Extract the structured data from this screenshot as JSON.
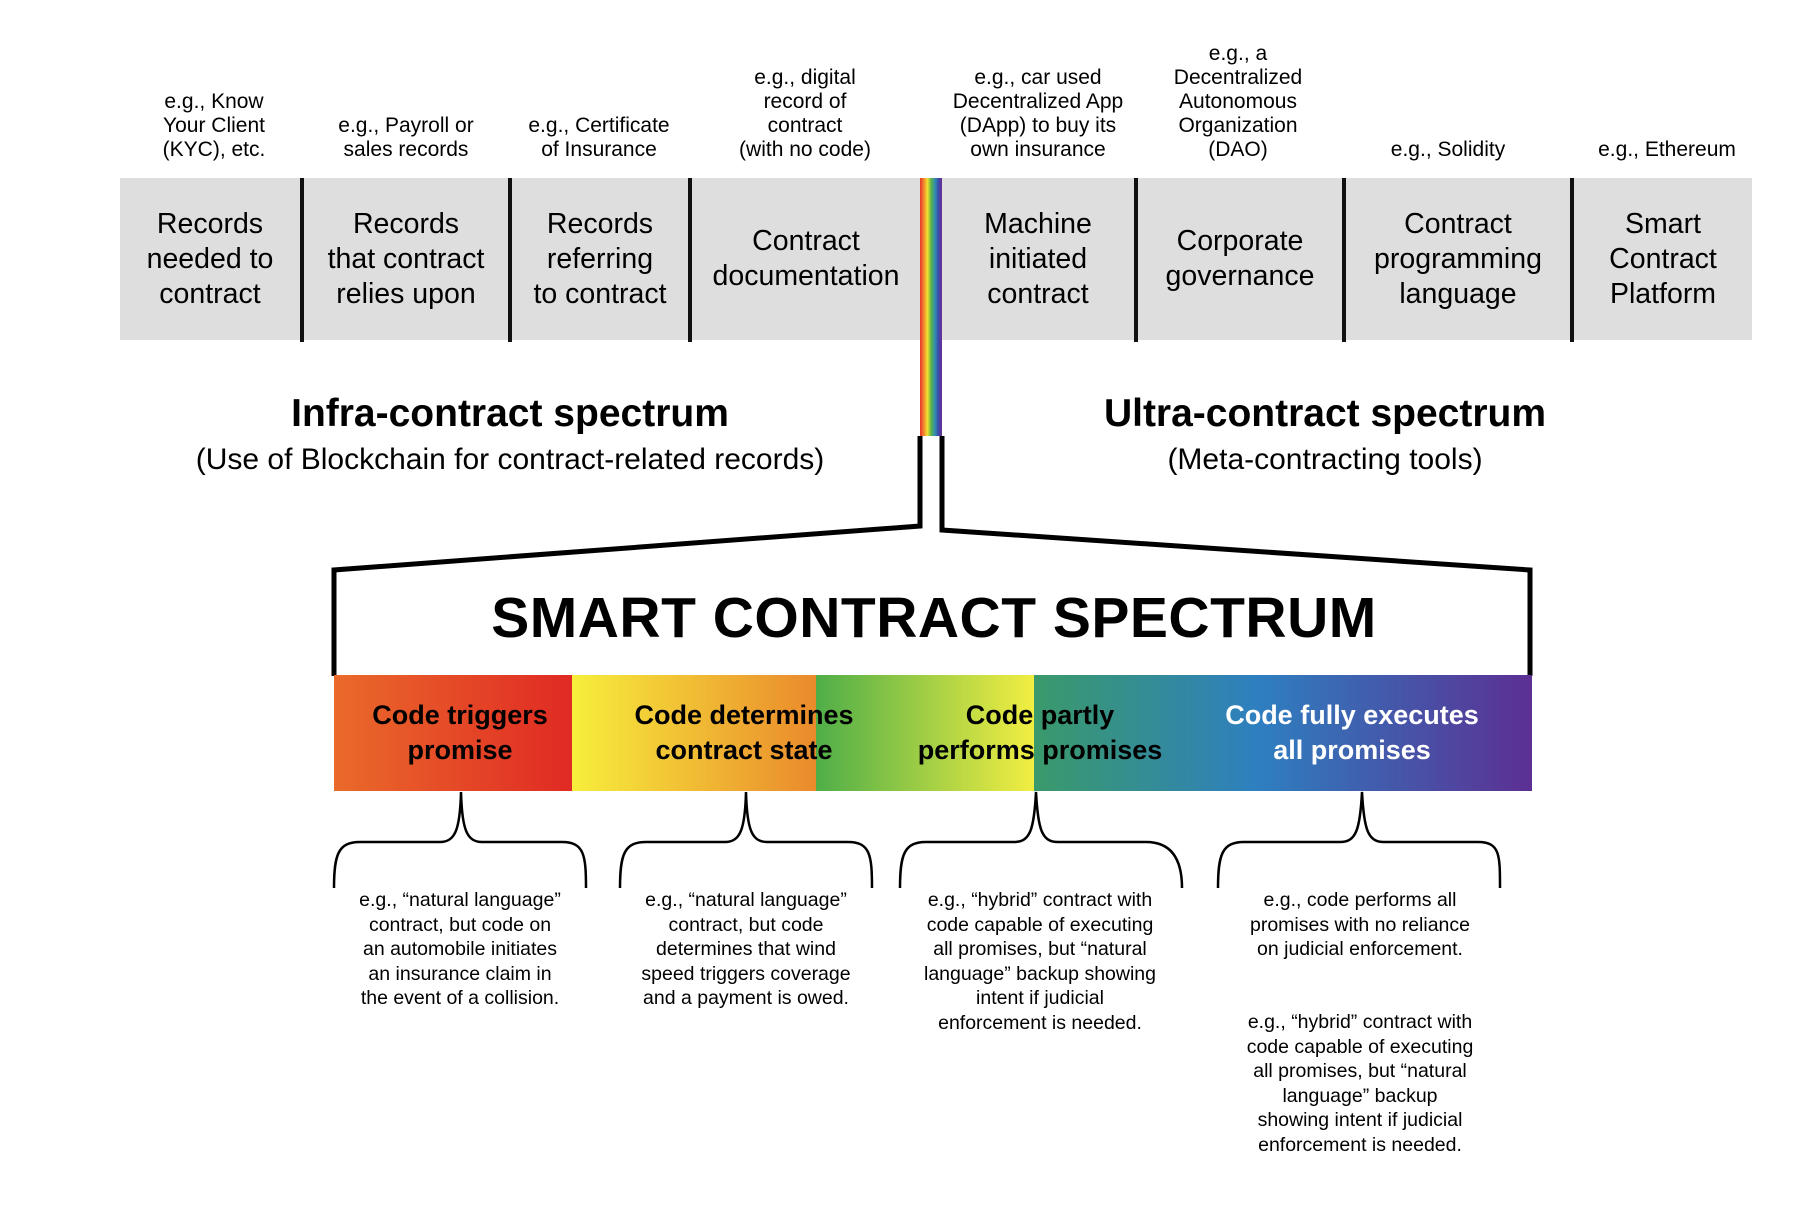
{
  "top_row": {
    "left_cells": [
      {
        "example": "e.g., Know\nYour Client\n(KYC), etc.",
        "label": "Records\nneeded to\ncontract"
      },
      {
        "example": "e.g., Payroll or\nsales records",
        "label": "Records\nthat contract\nrelies upon"
      },
      {
        "example": "e.g., Certificate\nof Insurance",
        "label": "Records\nreferring\nto contract"
      },
      {
        "example": "e.g., digital\nrecord of\ncontract\n(with no code)",
        "label": "Contract\ndocumentation"
      }
    ],
    "right_cells": [
      {
        "example": "e.g., car used\nDecentralized App\n(DApp) to buy its\nown insurance",
        "label": "Machine\ninitiated\ncontract"
      },
      {
        "example": "e.g., a\nDecentralized\nAutonomous\nOrganization\n(DAO)",
        "label": "Corporate\ngovernance"
      },
      {
        "example": "e.g., Solidity",
        "label": "Contract\nprogramming\nlanguage"
      },
      {
        "example": "e.g., Ethereum",
        "label": "Smart\nContract\nPlatform"
      }
    ]
  },
  "infra": {
    "title": "Infra-contract spectrum",
    "subtitle": "(Use of Blockchain for contract-related records)"
  },
  "ultra": {
    "title": "Ultra-contract spectrum",
    "subtitle": "(Meta-contracting tools)"
  },
  "smart_contract": {
    "title": "SMART CONTRACT SPECTRUM",
    "bands": [
      {
        "label": "Code triggers\npromise"
      },
      {
        "label": "Code determines\ncontract state"
      },
      {
        "label": "Code partly\nperforms promises"
      },
      {
        "label": "Code fully executes\nall promises"
      }
    ],
    "notes": [
      "e.g., “natural language”\ncontract, but code on\nan automobile initiates\nan insurance claim in\nthe event of a collision.",
      "e.g., “natural language”\ncontract, but code\ndetermines that wind\nspeed triggers coverage\nand a payment is owed.",
      "e.g., “hybrid” contract with\ncode capable of executing\nall promises, but “natural\nlanguage” backup showing\nintent if judicial\nenforcement is needed.",
      "e.g., code performs all\npromises with no reliance\non judicial enforcement."
    ],
    "extra_note": "e.g., “hybrid” contract with\ncode capable of executing\nall promises, but “natural\nlanguage” backup\nshowing intent if judicial\nenforcement is needed."
  },
  "colors": {
    "cell_bg": "#dedede",
    "band_red": "#e02a24",
    "band_orange": "#ea6a2a",
    "band_yellow": "#f7ee3c",
    "band_green": "#5fb543",
    "band_teal": "#3a9a8a",
    "band_blue": "#2e7fc0",
    "band_purple": "#5c2f93"
  }
}
